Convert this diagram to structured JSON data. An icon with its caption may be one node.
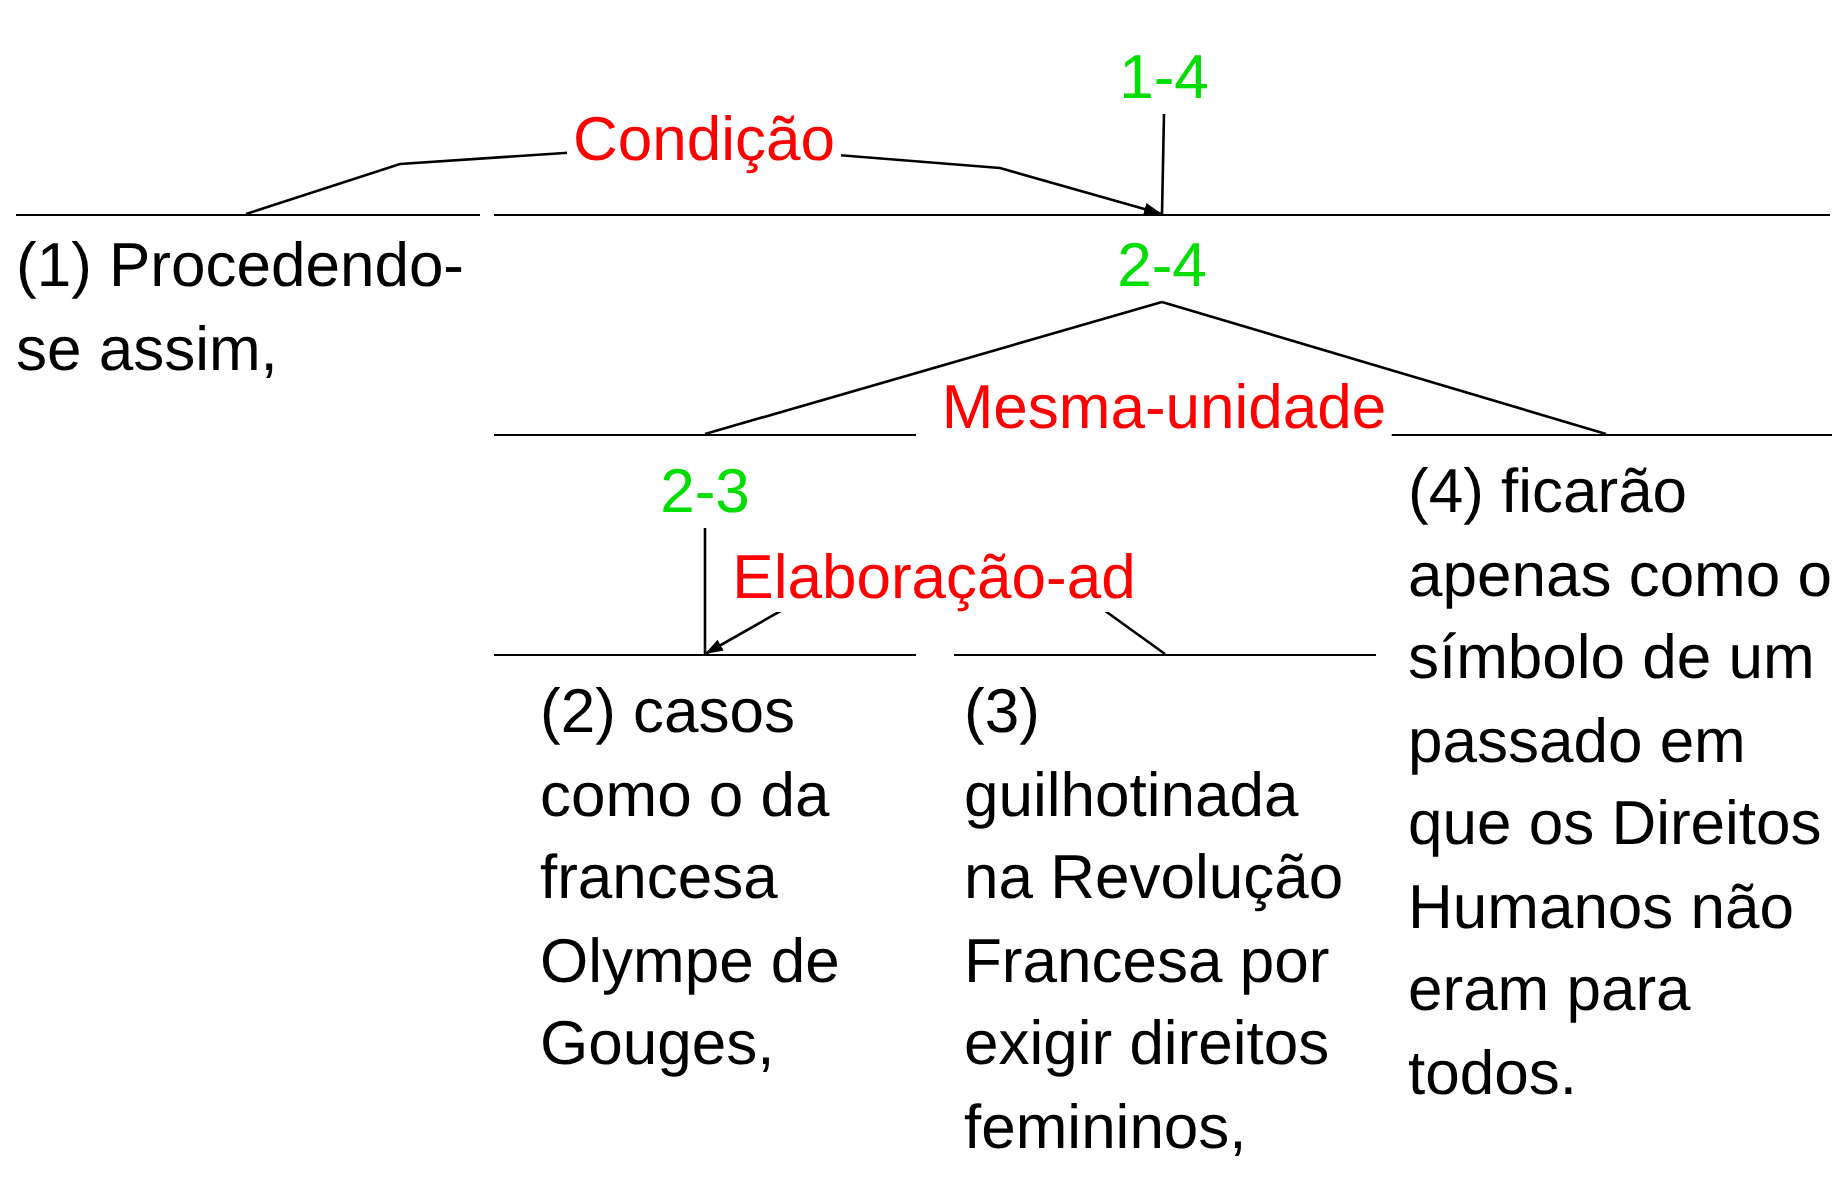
{
  "diagram": {
    "nodes": [
      {
        "text": [
          "1-4"
        ]
      },
      {
        "text": [
          "(1) Procedendo-se assim,"
        ]
      },
      {
        "text": [
          "2-4"
        ]
      },
      {
        "text": [
          "2-3"
        ]
      },
      {
        "text": [
          "(2) casos como o da francesa Olympe de Gouges,"
        ]
      },
      {
        "text": [
          "(3) guilhotinada na Revolução Francesa por exigir direitos femininos,"
        ]
      },
      {
        "text": [
          "(4) ficarão apenas como o símbolo de um passado em que os Direitos Humanos não eram para todos."
        ]
      }
    ],
    "edges": [
      {
        "from": 0,
        "to": 2,
        "arrow": "none"
      },
      {
        "from": 1,
        "to": 2,
        "arrow": "to",
        "label": "Condição"
      },
      {
        "from": 2,
        "to": 3,
        "arrow": "none",
        "label": "Mesma-unidade"
      },
      {
        "from": 2,
        "to": 6,
        "arrow": "none"
      },
      {
        "from": 3,
        "to": 4,
        "arrow": "none"
      },
      {
        "from": 5,
        "to": 4,
        "arrow": "to",
        "label": "Elaboração-ad"
      }
    ]
  }
}
